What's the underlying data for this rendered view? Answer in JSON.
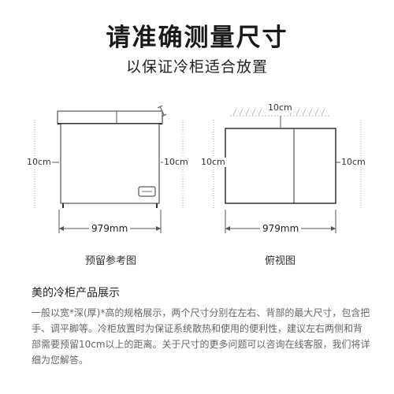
{
  "header": {
    "title": "请准确测量尺寸",
    "subtitle": "以保证冷柜适合放置"
  },
  "diagrams": {
    "left": {
      "left_gap": "10cm",
      "right_gap": "10cm",
      "width": "979mm",
      "caption": "预留参考图"
    },
    "right": {
      "top_gap": "10cm",
      "left_gap": "10cm",
      "right_gap": "10cm",
      "width": "979mm",
      "caption": "俯视图"
    }
  },
  "section": {
    "title": "美的冷柜产品展示",
    "description": "一般以宽*深(厚)*高的规格展示，两个尺寸分别在左右、背部的最大尺寸，包含把手、调平脚等。冷柜放置时为保证系统散热和使用的便利性，建议左右两侧和背部需要预留10cm以上的距离。关于尺寸的更多问题可以咨询在线客服，我们将详细为您解答。"
  },
  "colors": {
    "line": "#444444",
    "guide": "#aaaaaa",
    "text_muted": "#666666"
  }
}
